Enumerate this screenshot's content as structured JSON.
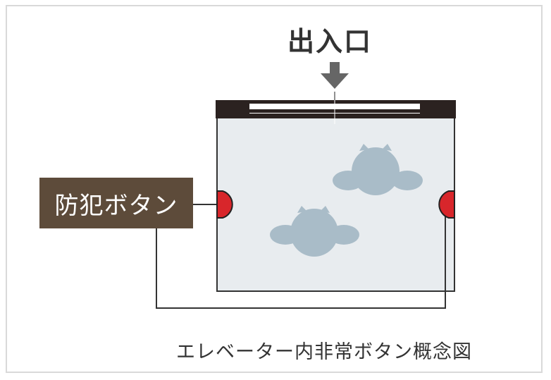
{
  "entrance_label": "出入口",
  "emergency_button_label": "防犯ボタン",
  "caption": "エレベーター内非常ボタン概念図",
  "colors": {
    "button_label_bg": "#5d4b3a",
    "elevator_floor": "#e8ecef",
    "door_bar": "#2b2220",
    "button_red": "#d8262b",
    "person": "#a9bcc8",
    "arrow": "#666666",
    "wire": "#333333"
  }
}
